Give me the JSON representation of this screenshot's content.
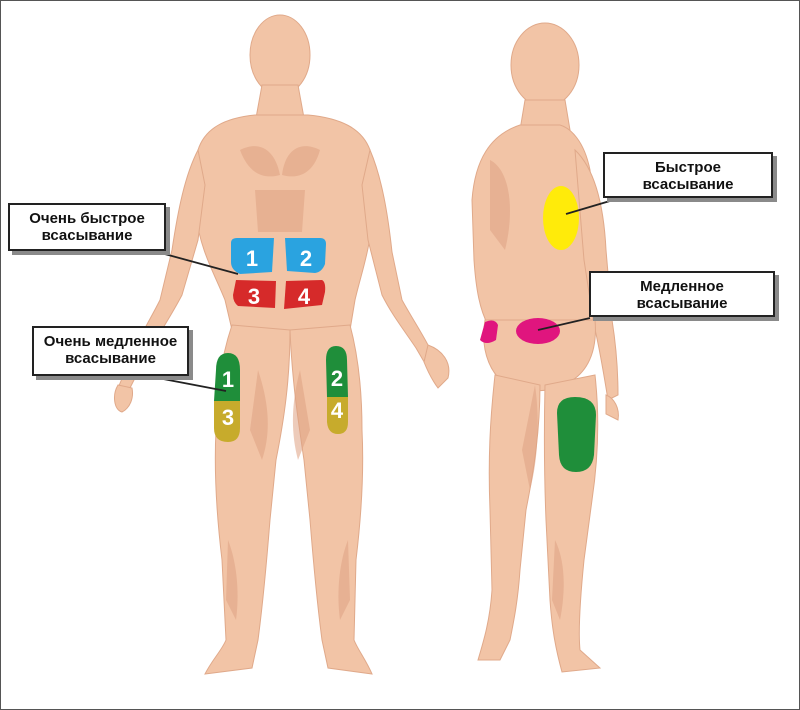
{
  "labels": {
    "very_fast": {
      "line1": "Очень быстрое",
      "line2": "всасывание"
    },
    "very_slow": {
      "line1": "Очень медленное",
      "line2": "всасывание"
    },
    "fast": {
      "line1": "Быстрое",
      "line2": "всасывание"
    },
    "slow": {
      "line1": "Медленное",
      "line2": "всасывание"
    }
  },
  "zones": {
    "abdomen": [
      "1",
      "2",
      "3",
      "4"
    ],
    "thighs": [
      "1",
      "2",
      "3",
      "4"
    ]
  },
  "colors": {
    "skin": "#f2c4a6",
    "skin_shadow": "#dfa283",
    "abdomen_upper": "#2aa3e0",
    "abdomen_lower": "#d62a2a",
    "thigh_upper": "#1f8e3a",
    "thigh_lower": "#c7ab2c",
    "arm_zone": "#ffeb0a",
    "buttock_zone": "#e0157e",
    "back_thigh_zone": "#1f8e3a"
  }
}
